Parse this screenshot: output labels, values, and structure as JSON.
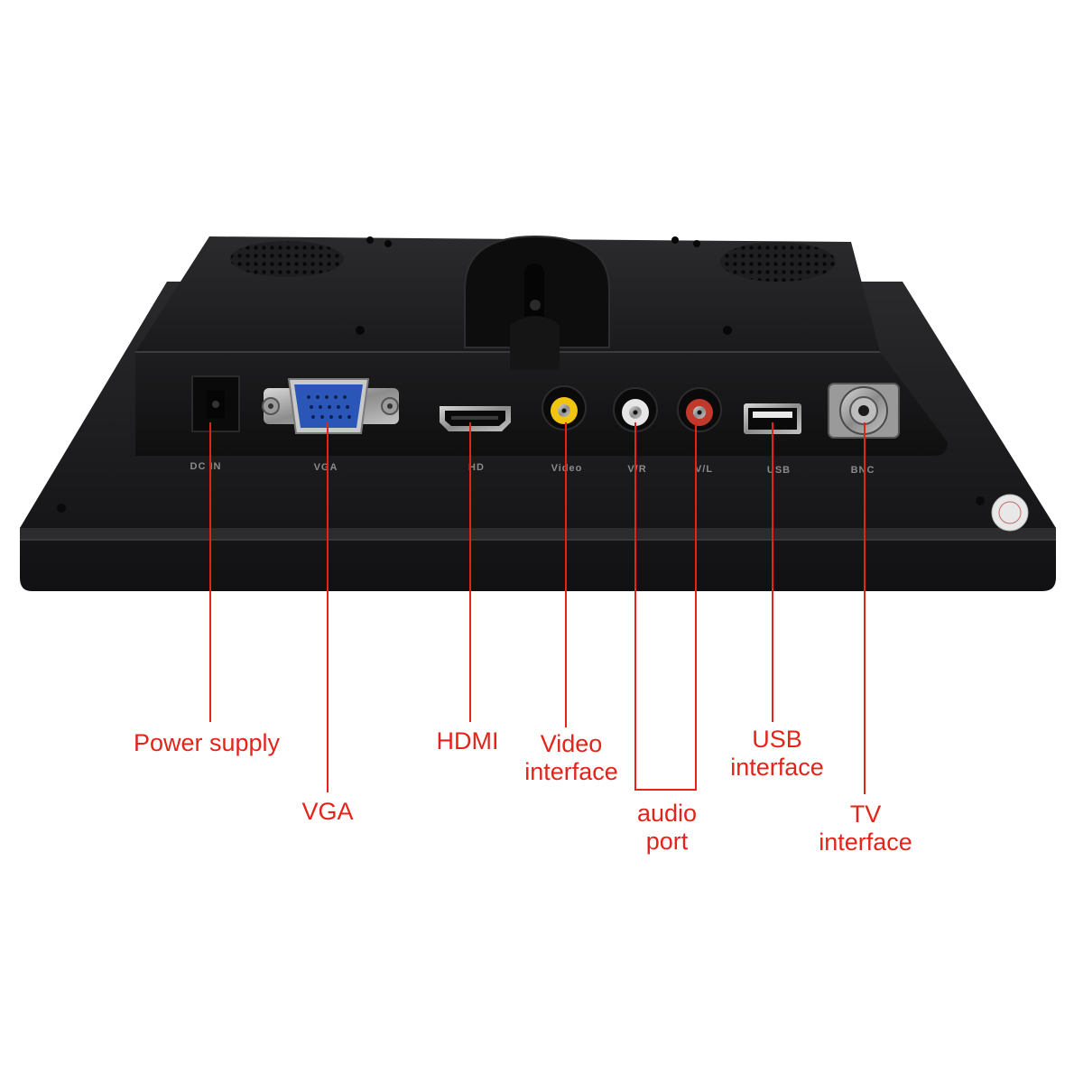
{
  "ports": {
    "dc_in": "DC  IN",
    "vga": "VGA",
    "hd": "HD",
    "video": "Video",
    "vr": "V/R",
    "vl": "V/L",
    "usb": "USB",
    "bnc": "BNC"
  },
  "callouts": {
    "power": [
      "Power supply"
    ],
    "vga": [
      "VGA"
    ],
    "hdmi": [
      "HDMI"
    ],
    "video": [
      "Video",
      "interface"
    ],
    "audio": [
      "audio",
      "port"
    ],
    "usb": [
      "USB",
      "interface"
    ],
    "tv": [
      "TV",
      "interface"
    ]
  },
  "colors": {
    "background": "#ffffff",
    "device_body": "#1c1c1e",
    "callout_red": "#e3241b",
    "vga_blue": "#2a56b8",
    "rca_yellow": "#f1c40f",
    "rca_white": "#e6e6e6",
    "rca_red": "#c0392b"
  }
}
